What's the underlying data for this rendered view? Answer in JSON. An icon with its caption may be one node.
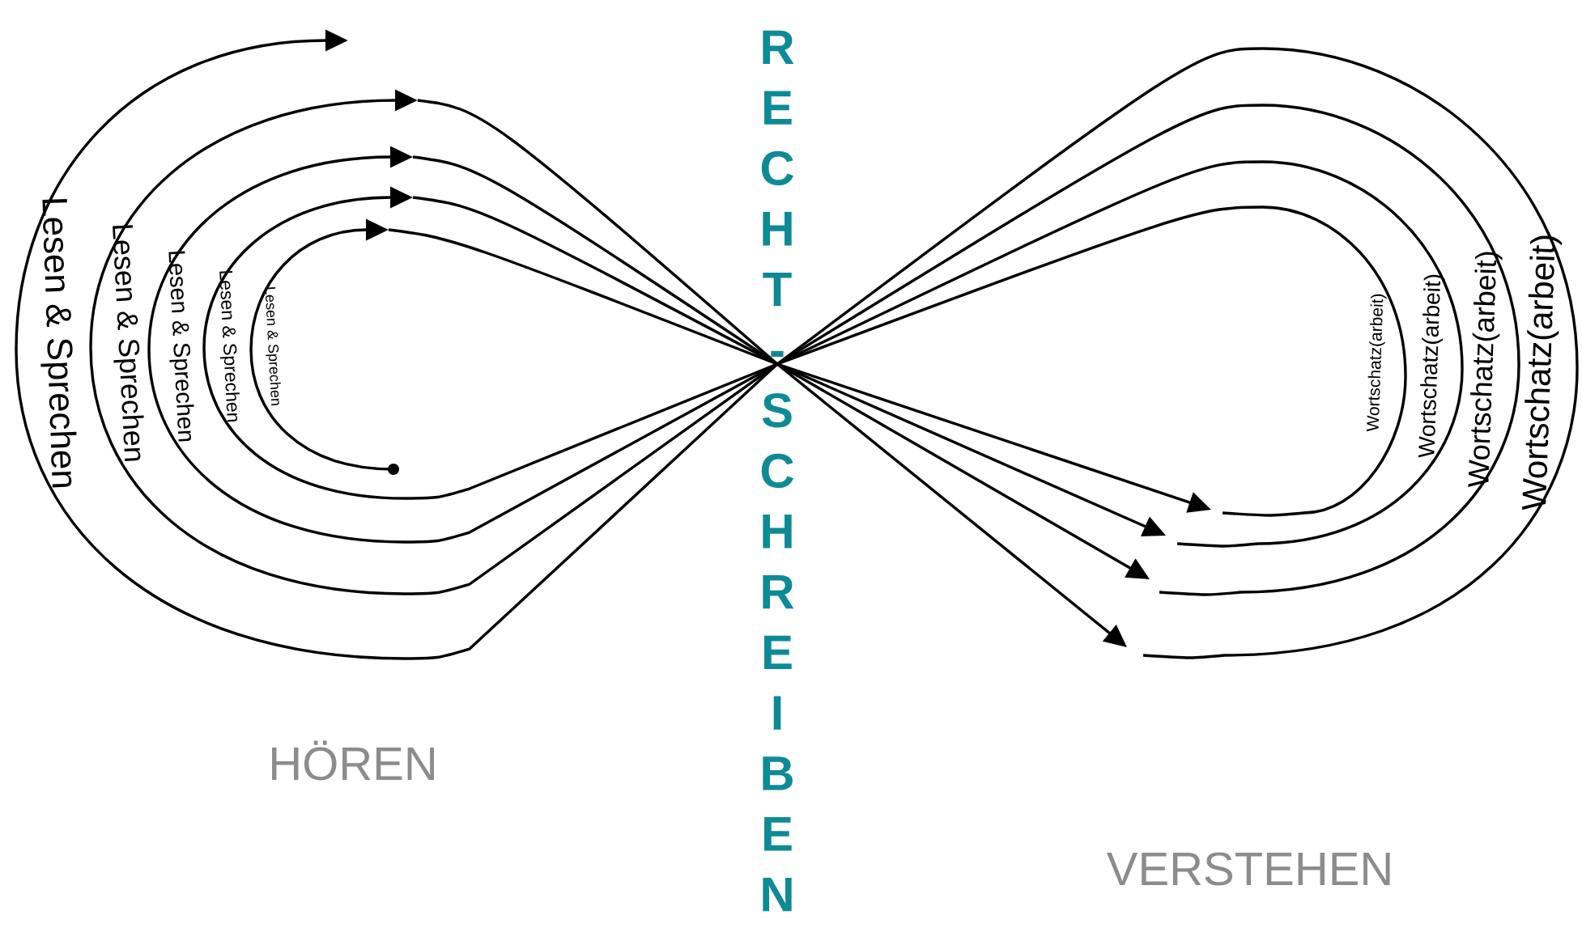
{
  "diagram": {
    "labels": [
      "Lesen & Sprechen",
      "Lesen & Sprechen",
      "Lesen & Sprechen",
      "Lesen & Sprechen",
      "Lesen & Sprechen",
      "RECHT-SCHREIBEN",
      "Wortschatz(arbeit)",
      "Wortschatz(arbeit)",
      "Wortschatz(arbeit)",
      "Wortschatz(arbeit)",
      "HÖREN",
      "VERSTEHEN"
    ]
  }
}
